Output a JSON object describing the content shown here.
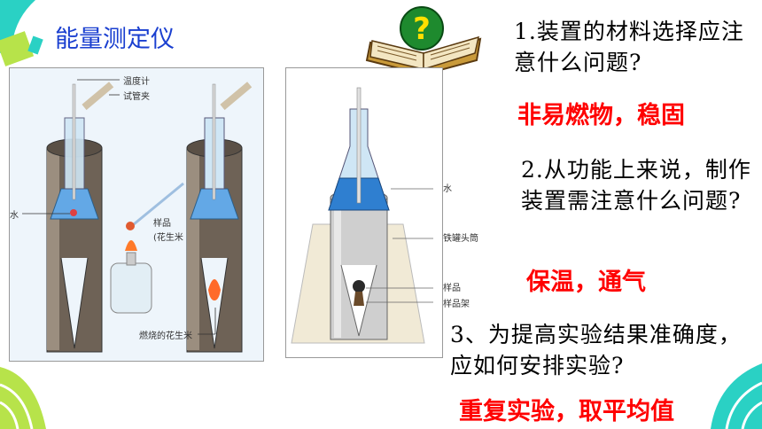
{
  "title": "能量测定仪",
  "questions": [
    {
      "text": "1.装置的材料选择应注意什么问题?",
      "answer": "非易燃物，稳固"
    },
    {
      "text": "2.从功能上来说，制作装置需注意什么问题?",
      "answer": "保温，通气"
    },
    {
      "text": "3、为提高实验结果准确度，应如何安排实验?",
      "answer": "重复实验，取平均值"
    }
  ],
  "figure_left": {
    "labels": {
      "thermometer": "温度计",
      "clamp": "试管夹",
      "water": "水",
      "sample": "样品",
      "sample_note": "(花生米",
      "burning": "燃烧的花生米"
    }
  },
  "figure_right": {
    "labels": {
      "water": "水",
      "can": "铁罐头筒",
      "sample": "样品",
      "holder": "样品架"
    }
  },
  "colors": {
    "title": "#1a3fd0",
    "answer": "#ff0000",
    "accent_teal": "#2ad1c4",
    "accent_green": "#a6d62a"
  }
}
